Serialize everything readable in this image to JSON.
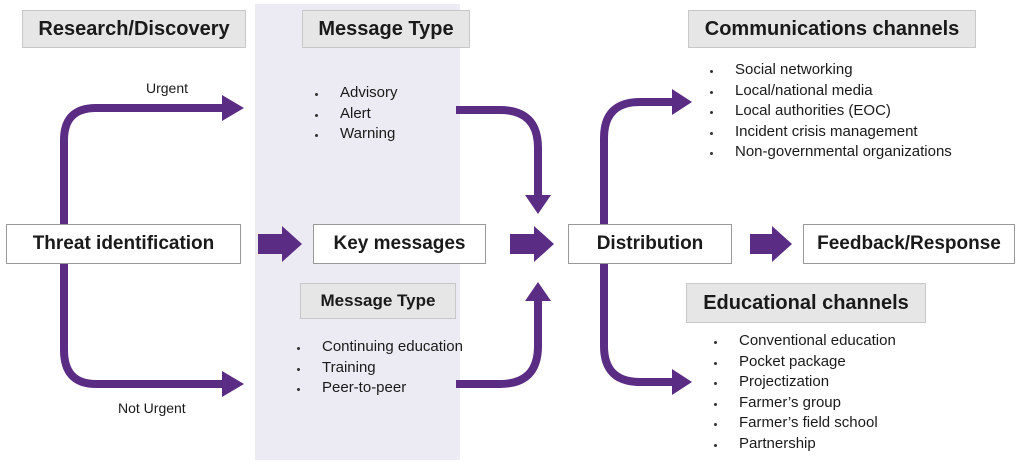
{
  "research_label": "Research/Discovery",
  "threat_label": "Threat identification",
  "urgent_label": "Urgent",
  "not_urgent_label": "Not Urgent",
  "message_type_top": {
    "title": "Message Type",
    "items": [
      "Advisory",
      "Alert",
      "Warning"
    ]
  },
  "key_messages_label": "Key messages",
  "message_type_bottom": {
    "title": "Message Type",
    "items": [
      "Continuing education",
      "Training",
      "Peer-to-peer"
    ]
  },
  "distribution_label": "Distribution",
  "feedback_label": "Feedback/Response",
  "communications": {
    "title": "Communications channels",
    "items": [
      "Social networking",
      "Local/national media",
      "Local authorities (EOC)",
      "Incident crisis management",
      "Non-governmental organizations"
    ]
  },
  "educational": {
    "title": "Educational channels",
    "items": [
      "Conventional education",
      "Pocket package",
      "Projectization",
      "Farmer’s group",
      "Farmer’s field school",
      "Partnership"
    ]
  },
  "colors": {
    "arrow": "#5b2c83",
    "panel": "#ecebf3",
    "header_box": "#e6e6e6"
  }
}
